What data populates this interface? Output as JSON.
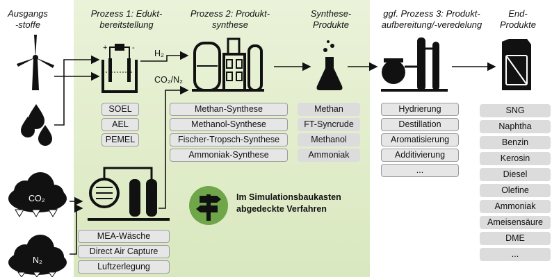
{
  "headers": {
    "ausgangsstoffe": "Ausgangs -stoffe",
    "prozess1": "Prozess 1: Edukt-bereitstellung",
    "prozess2": "Prozess 2: Produkt-synthese",
    "syntheseprodukte": "Synthese-Produkte",
    "prozess3": "ggf. Prozess 3: Produkt-aufbereitung/-veredelung",
    "endprodukte": "End-Produkte"
  },
  "stream_labels": {
    "h2": "H₂",
    "co2n2": "CO₂/N₂",
    "co2_cloud": "CO₂",
    "n2_cloud": "N₂"
  },
  "electrolysis": [
    "SOEL",
    "AEL",
    "PEMEL"
  ],
  "capture": [
    "MEA-Wäsche",
    "Direct Air Capture",
    "Luftzerlegung"
  ],
  "synthesis": [
    "Methan-Synthese",
    "Methanol-Synthese",
    "Fischer-Tropsch-Synthese",
    "Ammoniak-Synthese"
  ],
  "synthesis_products": [
    "Methan",
    "FT-Syncrude",
    "Methanol",
    "Ammoniak"
  ],
  "upgrading": [
    "Hydrierung",
    "Destillation",
    "Aromatisierung",
    "Additivierung",
    "..."
  ],
  "end_products": [
    "SNG",
    "Naphtha",
    "Benzin",
    "Kerosin",
    "Diesel",
    "Olefine",
    "Ammoniak",
    "Ameisensäure",
    "DME",
    "..."
  ],
  "legend": {
    "text": "Im Simulationsbaukasten abgedeckte Verfahren",
    "color": "#6fa64a"
  }
}
